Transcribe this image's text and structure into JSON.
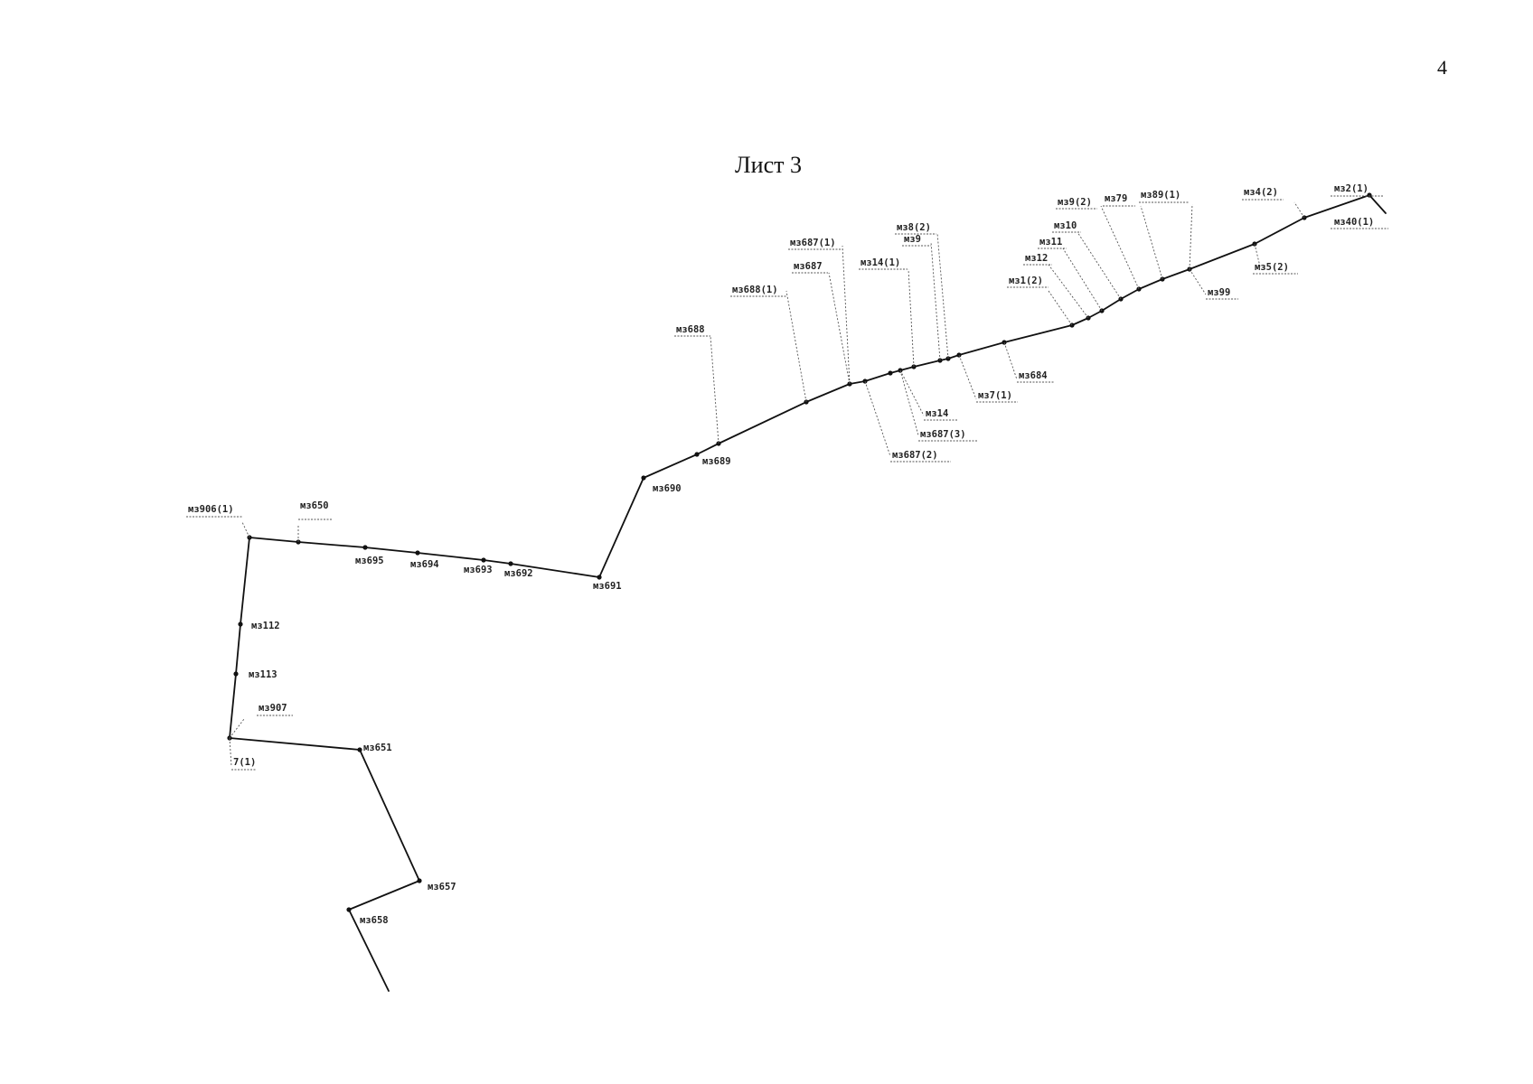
{
  "page": {
    "number": "4",
    "title": "Лист 3"
  },
  "labels": [
    "мз2(1)",
    "мз40(1)",
    "мз4(2)",
    "мз5(2)",
    "мз99",
    "мз89(1)",
    "мз79",
    "мз9(2)",
    "мз10",
    "мз11",
    "мз12",
    "мз1(2)",
    "мз684",
    "мз7(1)",
    "мз8(2)",
    "мз9",
    "мз14(1)",
    "мз14",
    "мз687(3)",
    "мз687(2)",
    "мз687(1)",
    "мз687",
    "мз688(1)",
    "мз688",
    "мз689",
    "мз690",
    "мз691",
    "мз692",
    "мз693",
    "мз694",
    "мз695",
    "мз650",
    "мз906(1)",
    "мз112",
    "мз113",
    "мз907",
    "7(1)",
    "мз651",
    "мз657",
    "мз658"
  ]
}
